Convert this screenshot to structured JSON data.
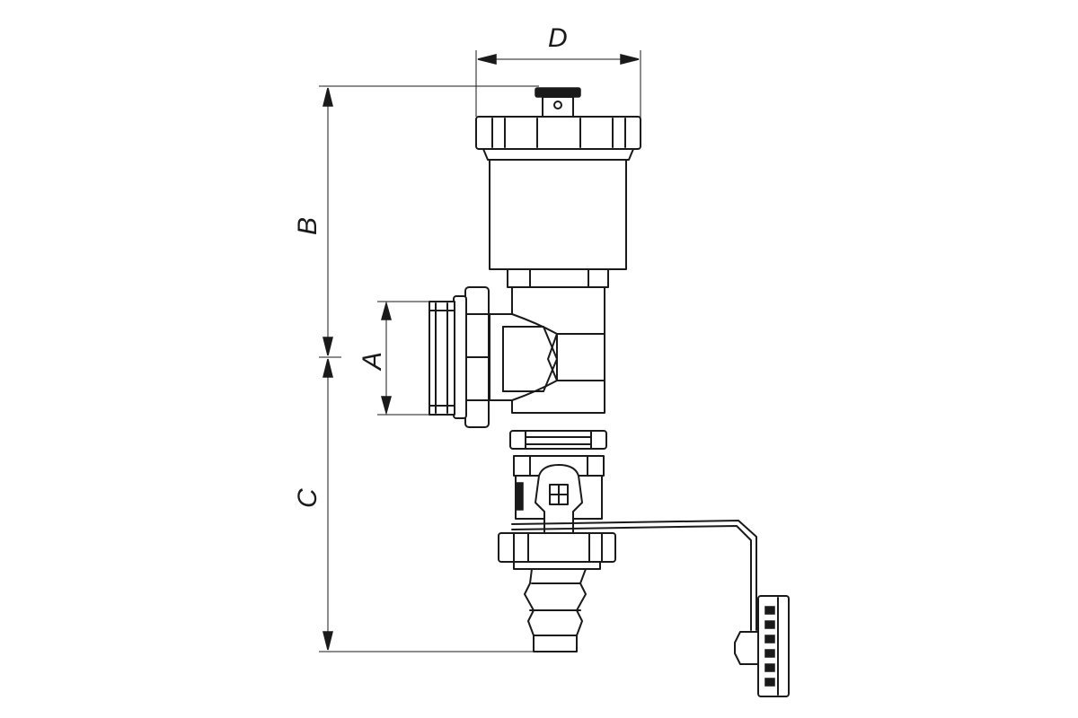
{
  "dimensions": {
    "a": "A",
    "b": "B",
    "c": "C",
    "d": "D"
  }
}
